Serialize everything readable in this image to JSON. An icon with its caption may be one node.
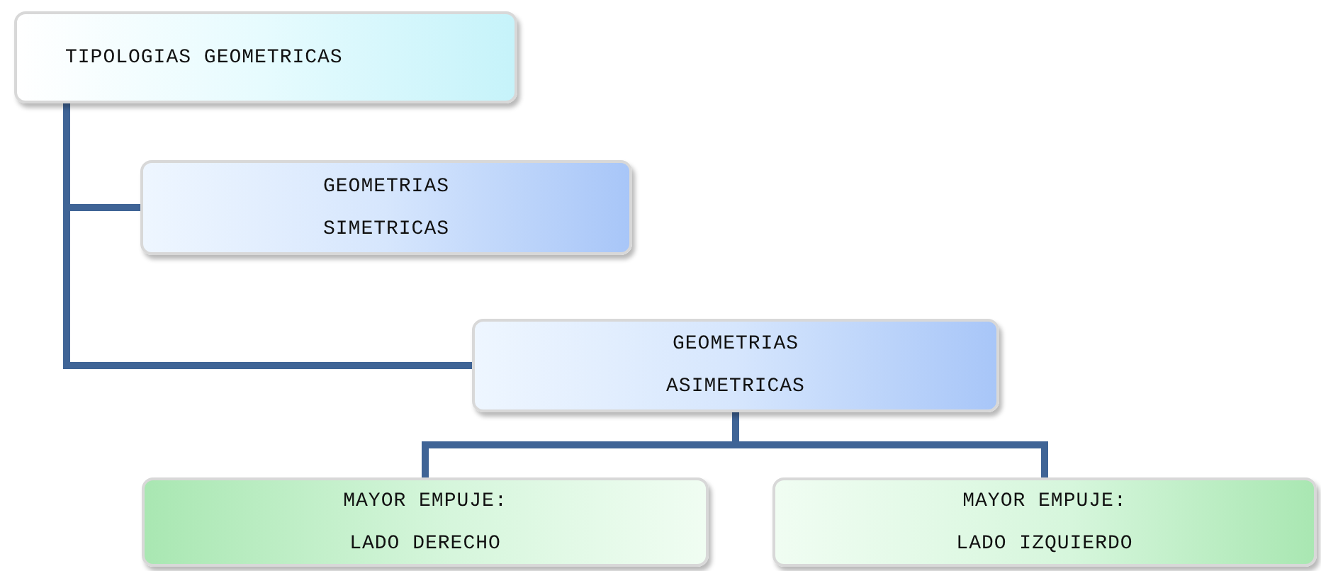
{
  "diagram": {
    "nodes": [
      {
        "text": [
          "TIPOLOGIAS GEOMETRICAS"
        ]
      },
      {
        "text": [
          "GEOMETRIAS SIMETRICAS"
        ]
      },
      {
        "text": [
          "GEOMETRIAS ASIMETRICAS"
        ]
      },
      {
        "text": [
          "MAYOR EMPUJE: LADO DERECHO"
        ]
      },
      {
        "text": [
          "MAYOR EMPUJE: LADO IZQUIERDO"
        ]
      }
    ],
    "edges": [
      {
        "from": 0,
        "to": 1,
        "arrow": "none"
      },
      {
        "from": 0,
        "to": 2,
        "arrow": "none"
      },
      {
        "from": 2,
        "to": 3,
        "arrow": "none"
      },
      {
        "from": 2,
        "to": 4,
        "arrow": "none"
      }
    ]
  }
}
